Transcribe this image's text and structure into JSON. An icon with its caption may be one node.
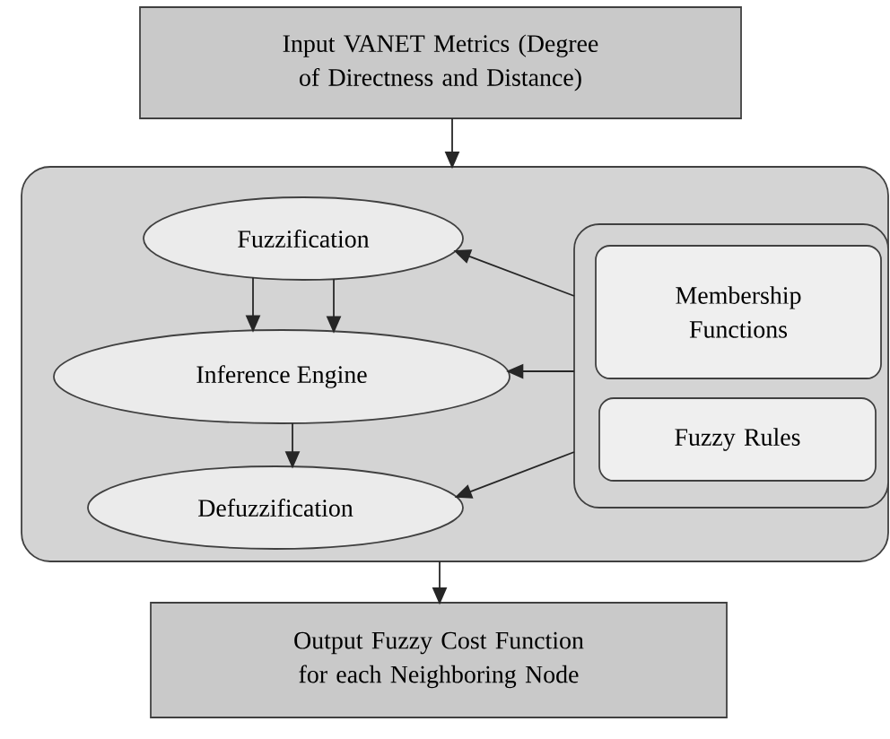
{
  "diagram": {
    "nodes": [
      {
        "text": [
          "Input VANET Metrics (Degree of Directness and Distance)"
        ]
      },
      {
        "text": [],
        "shape": "box"
      },
      {
        "text": [
          "Fuzzification"
        ],
        "in": 1
      },
      {
        "text": [
          "Inference Engine"
        ],
        "in": 1
      },
      {
        "text": [
          "Defuzzification"
        ],
        "in": 1
      },
      {
        "text": [],
        "shape": "box",
        "in": 1
      },
      {
        "text": [
          "Membership Functions"
        ],
        "in": 5
      },
      {
        "text": [
          "Fuzzy Rules"
        ],
        "in": 5
      },
      {
        "text": [
          "Output Fuzzy Cost Function for each Neighboring Node"
        ]
      }
    ],
    "edges": [
      {
        "from": 0,
        "to": 1,
        "arrow": "to"
      },
      {
        "from": 2,
        "to": 3,
        "arrow": "to"
      },
      {
        "from": 2,
        "to": 3,
        "arrow": "to"
      },
      {
        "from": 3,
        "to": 4,
        "arrow": "to"
      },
      {
        "from": 5,
        "to": 2,
        "arrow": "to"
      },
      {
        "from": 5,
        "to": 3,
        "arrow": "to"
      },
      {
        "from": 5,
        "to": 4,
        "arrow": "to"
      },
      {
        "from": 1,
        "to": 8,
        "arrow": "to"
      }
    ]
  }
}
